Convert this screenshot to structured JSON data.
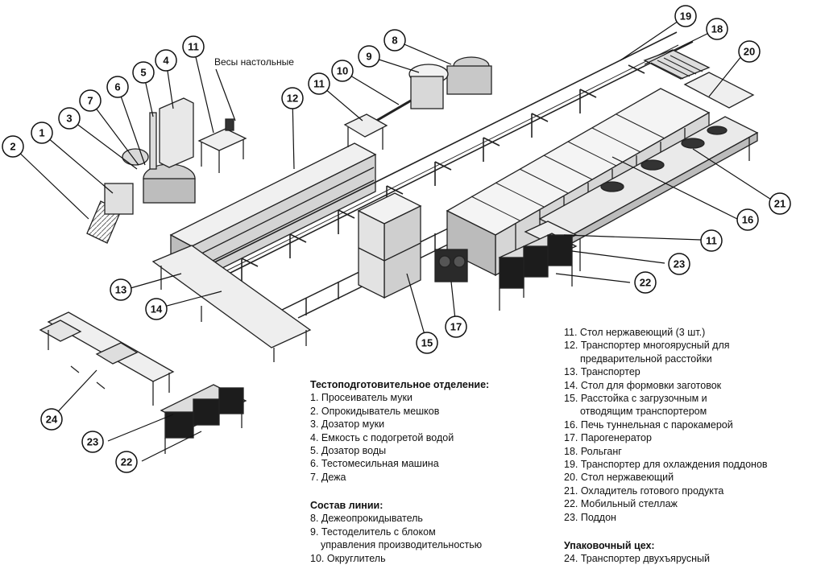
{
  "diagram": {
    "label_scales": "Весы настольные"
  },
  "legend": {
    "prep_header": "Тестоподготовительное отделение:",
    "prep_items": [
      "1. Просеиватель муки",
      "2. Опрокидыватель мешков",
      "3. Дозатор муки",
      "4. Емкость с подогретой водой",
      "5. Дозатор воды",
      "6. Тестомесильная машина",
      "7. Дежа"
    ],
    "line_header": "Состав линии:",
    "line_items": [
      "8. Дежеопрокидыватель",
      "9. Тестоделитель с блоком",
      "управления производительностью",
      "10. Округлитель"
    ],
    "right_items": [
      "11. Стол нержавеющий (3 шт.)",
      "12. Транспортер многоярусный для",
      "предварительной расстойки",
      "13. Транспортер",
      "14. Стол для формовки заготовок",
      "15. Расстойка с загрузочным и",
      "отводящим транспортером",
      "16. Печь туннельная с парокамерой",
      "17. Парогенератор",
      "18. Рольганг",
      "19. Транспортер для охлаждения поддонов",
      "20. Стол нержавеющий",
      "21. Охладитель готового продукта",
      "22. Мобильный стеллаж",
      "23. Поддон"
    ],
    "pack_header": "Упаковочный цех:",
    "pack_items": [
      "24. Транспортер двухъярусный"
    ]
  },
  "callouts": [
    "1",
    "2",
    "3",
    "4",
    "5",
    "6",
    "7",
    "8",
    "9",
    "10",
    "11",
    "11",
    "11",
    "12",
    "13",
    "14",
    "15",
    "16",
    "17",
    "18",
    "19",
    "20",
    "21",
    "22",
    "22",
    "23",
    "23",
    "24"
  ],
  "colors": {
    "ink": "#111111",
    "metal": "#d9d9d9",
    "shade": "#a8a8a8",
    "dark": "#222222"
  }
}
